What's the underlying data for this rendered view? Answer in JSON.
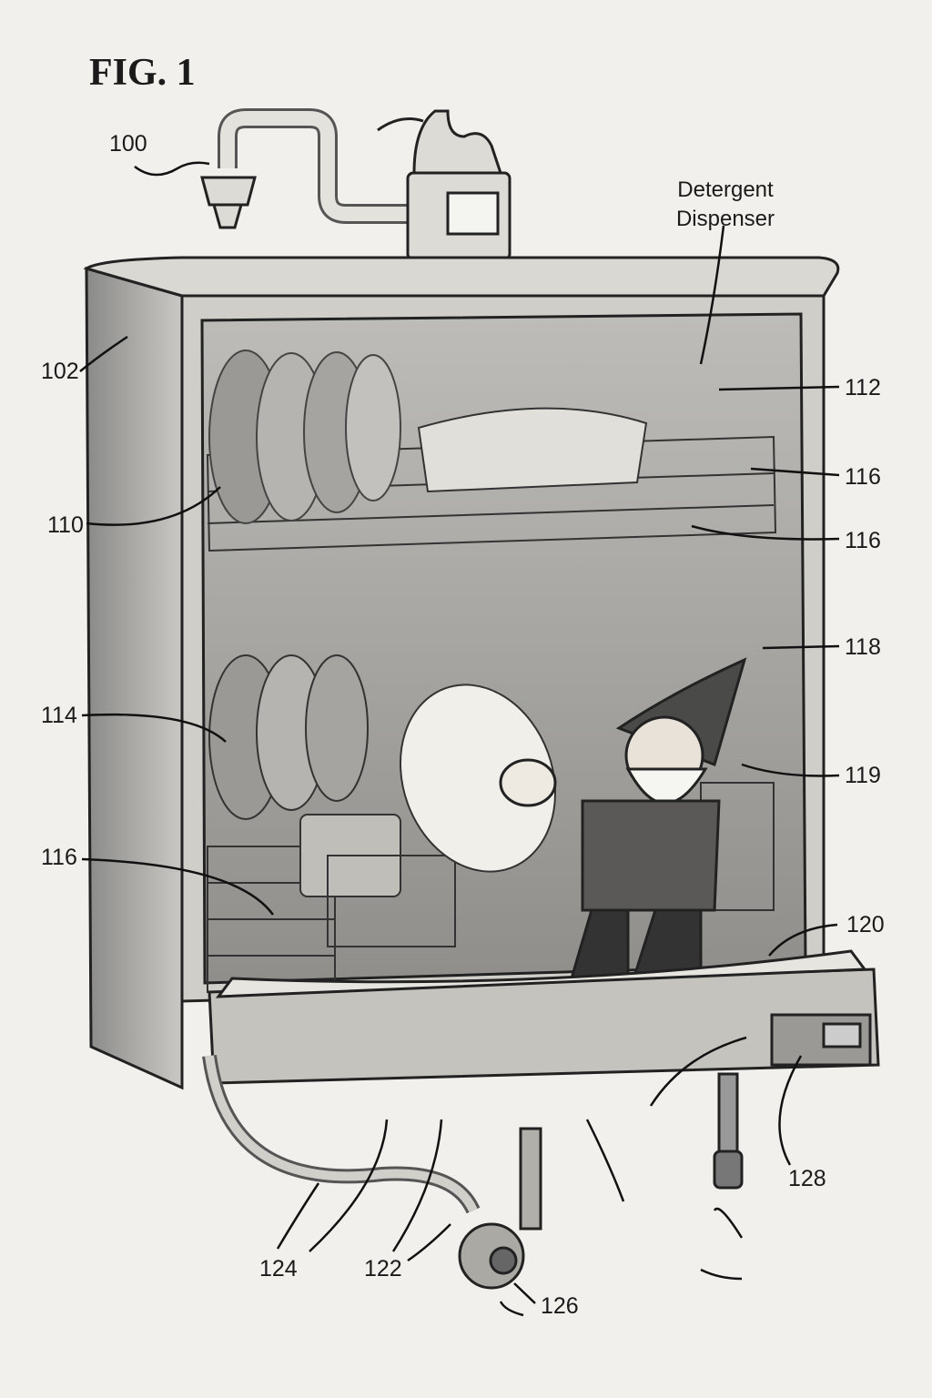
{
  "figure": {
    "title": "FIG. 1",
    "callouts": {
      "detergent_dispenser": "Detergent Dispenser",
      "r100": "100",
      "r102": "102",
      "r110": "110",
      "r112": "112",
      "r114": "114",
      "r116a": "116",
      "r116b": "116",
      "r116c": "116",
      "r118": "118",
      "r119": "119",
      "r120": "120",
      "r122": "122",
      "r124": "124",
      "r126": "126",
      "r128": "128"
    }
  }
}
